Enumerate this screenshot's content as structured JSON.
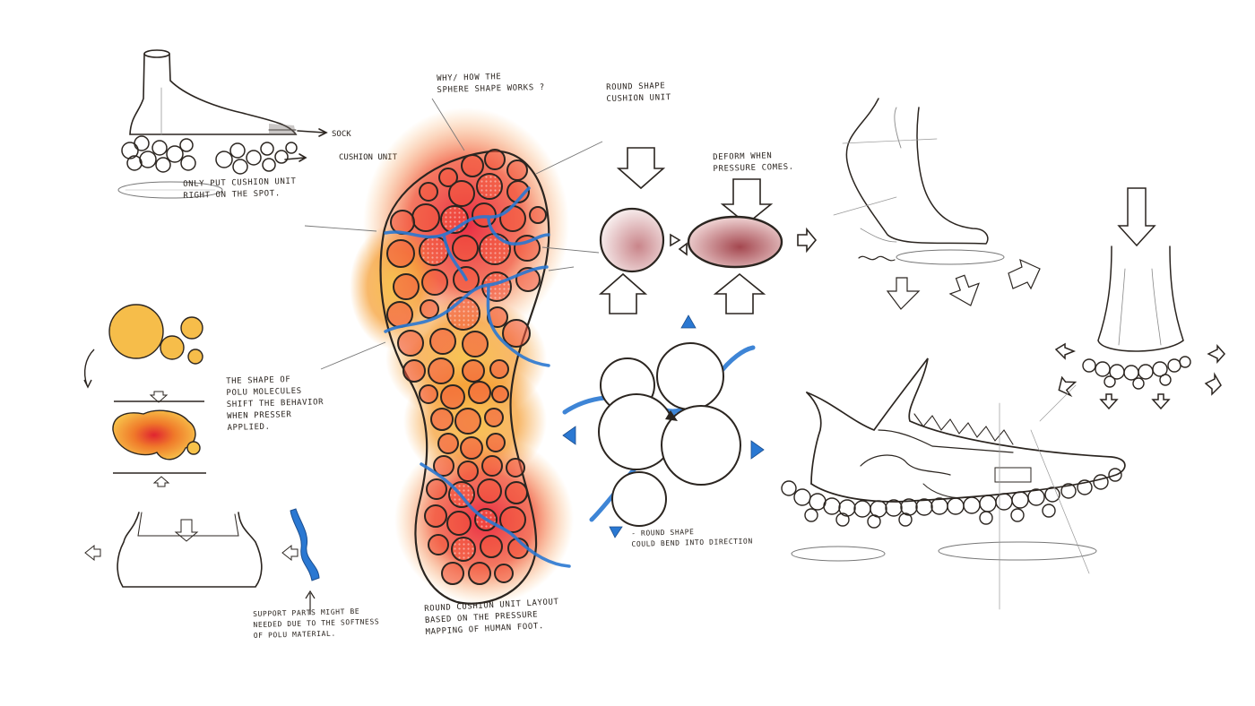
{
  "annotations": {
    "sock": "sock",
    "cushion_unit": "cushion unit",
    "put_cushion": "Only put cushion unit\nright on the spot.",
    "why_how": "why/ how the\nsphere shape works ?",
    "round_shape_cushion": "round shape\ncushion unit",
    "deform": "deform when\npressure comes.",
    "shape_of_molecules": "The shape of\nPOLU molecules\nshift the behavior\nwhen presser\napplied.",
    "round_shape_bend": "- round shape\ncould bend into direction",
    "support_parts": "support parts might be\nneeded due to the softness\nof POLU material.",
    "layout": "round cushion unit layout\nbased on the pressure\nmapping of human foot."
  },
  "colors": {
    "ink": "#2b2520",
    "heat_red": "#e8213a",
    "heat_orange": "#f39a2a",
    "heat_yellow": "#f7c24a",
    "flow_blue": "#2a78d2",
    "blob_fill": "#f6bd4a"
  }
}
